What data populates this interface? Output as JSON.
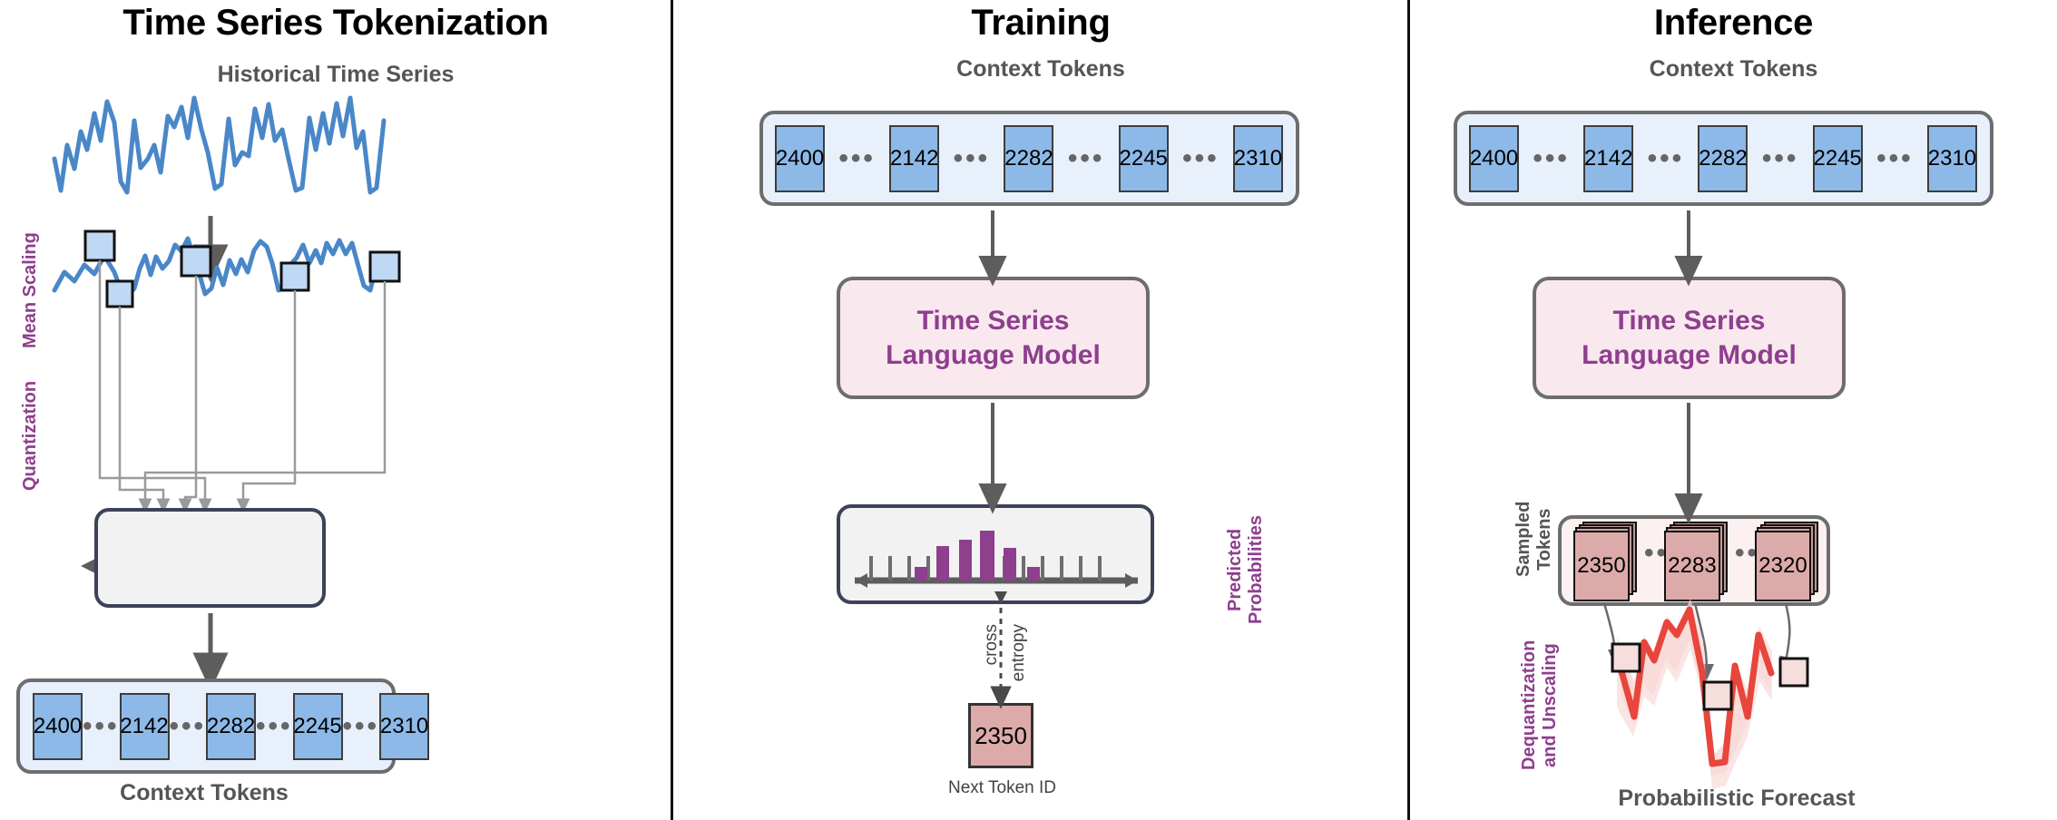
{
  "panels": {
    "tokenization": {
      "title": "Time Series Tokenization",
      "series_label": "Historical Time Series",
      "vlabel_mean_scaling": "Mean Scaling",
      "vlabel_quantization": "Quantization",
      "context_label": "Context Tokens",
      "tokens": [
        "2400",
        "2142",
        "2282",
        "2245",
        "2310"
      ],
      "separator": "•••"
    },
    "training": {
      "title": "Training",
      "context_label": "Context Tokens",
      "tokens": [
        "2400",
        "2142",
        "2282",
        "2245",
        "2310"
      ],
      "model_line1": "Time Series",
      "model_line2": "Language Model",
      "vlabel_predicted": "Predicted\nProbabilities",
      "loss_word1": "cross",
      "loss_word2": "entropy",
      "next_token": "2350",
      "next_token_caption": "Next Token ID",
      "separator": "•••"
    },
    "inference": {
      "title": "Inference",
      "context_label": "Context Tokens",
      "tokens": [
        "2400",
        "2142",
        "2282",
        "2245",
        "2310"
      ],
      "model_line1": "Time Series",
      "model_line2": "Language Model",
      "vlabel_sampled": "Sampled\nTokens",
      "sampled_tokens": [
        "2350",
        "2283",
        "2320"
      ],
      "vlabel_dequant": "Dequantization\nand Unscaling",
      "forecast_label": "Probabilistic Forecast",
      "separator": "•••"
    }
  },
  "colors": {
    "token_blue": "#8db9e8",
    "box_blue_bg": "#e8f1fb",
    "model_pink": "#fae8ef",
    "model_text_purple": "#8e3f8e",
    "sampled_red": "#ddaaaa",
    "series_blue": "#4a87c8",
    "forecast_red": "#e8453c",
    "histogram_purple": "#8e3f8e",
    "axis_grey": "#5d5d5d",
    "border_grey": "#6d6d6d",
    "border_dark": "#3c4258"
  },
  "chart_data": [
    {
      "type": "line",
      "title": "Historical Time Series",
      "name": "historical-series",
      "ylabel": "",
      "xlabel": "",
      "values": [
        38,
        78,
        22,
        62,
        50,
        72,
        42,
        96,
        58,
        66,
        10,
        12,
        66,
        22,
        30,
        42,
        20,
        70,
        62,
        84,
        50,
        96,
        60,
        42,
        8,
        14,
        64,
        22,
        32,
        28,
        82,
        50,
        92,
        48,
        58,
        34,
        12,
        14,
        64,
        36,
        68,
        40,
        88,
        48,
        96,
        34,
        50,
        8,
        12,
        70
      ]
    },
    {
      "type": "line",
      "title": "Mean Scaled Series",
      "name": "scaled-series",
      "values": [
        30,
        52,
        42,
        64,
        52,
        78,
        44,
        56,
        12,
        16,
        62,
        30,
        44,
        62,
        52,
        78,
        88,
        72,
        38,
        14,
        18,
        58,
        38,
        72,
        50,
        62,
        40,
        66,
        88,
        80,
        64,
        20,
        14,
        58
      ],
      "quantized_markers": [
        5,
        9,
        16,
        25,
        32
      ]
    },
    {
      "type": "bar",
      "title": "Predicted Probabilities",
      "name": "predicted-probabilities-histogram",
      "categories": [
        "b1",
        "b2",
        "b3",
        "b4",
        "b5",
        "b6",
        "b7",
        "b8",
        "b9",
        "b10",
        "b11",
        "b12",
        "b13",
        "b14",
        "b15"
      ],
      "values": [
        0,
        0,
        0,
        18,
        0,
        55,
        0,
        66,
        0,
        92,
        0,
        48,
        16,
        0,
        0
      ],
      "ylim": [
        0,
        100
      ],
      "grid": false
    },
    {
      "type": "line",
      "title": "Probabilistic Forecast",
      "name": "forecast-series",
      "values": [
        72,
        24,
        56,
        48,
        88,
        76,
        92,
        60,
        10,
        12,
        66,
        26,
        68,
        60
      ],
      "band": true
    }
  ]
}
